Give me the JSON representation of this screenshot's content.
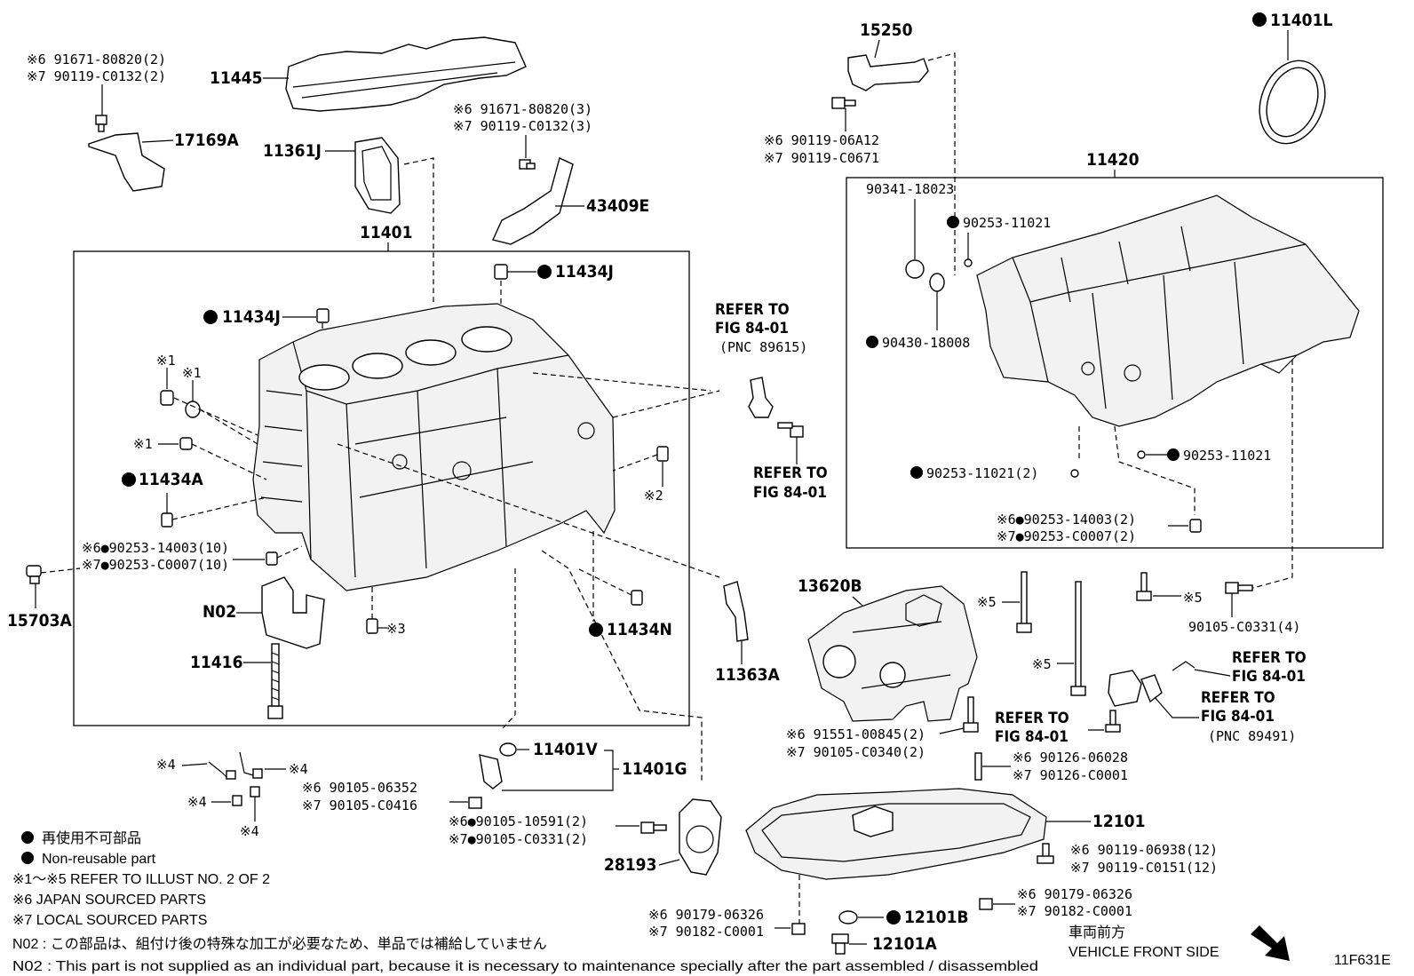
{
  "figure_code": "11F631E",
  "labels": {
    "p11445": "11445",
    "p91671_80820_2": "※6 91671-80820(2)",
    "p90119_C0132_2": "※7 90119-C0132(2)",
    "p17169A": "17169A",
    "p11361J": "11361J",
    "p91671_80820_3": "※6 91671-80820(3)",
    "p90119_C0132_3": "※7 90119-C0132(3)",
    "p43409E": "43409E",
    "p11401": "11401",
    "p11434J_a": "11434J",
    "p11434J_b": "11434J",
    "s1_a": "※1",
    "s1_b": "※1",
    "s1_c": "※1",
    "p11434A": "11434A",
    "s2": "※2",
    "p90253_14003_10": "※6●90253-14003(10)",
    "p90253_C0007_10": "※7●90253-C0007(10)",
    "p15703A": "15703A",
    "pN02": "N02",
    "s3": "※3",
    "p11416": "11416",
    "p11434N": "11434N",
    "refer1_a": "REFER TO",
    "refer1_b": "FIG 84-01",
    "refer1_c": "(PNC 89615)",
    "refer2_a": "REFER TO",
    "refer2_b": "FIG 84-01",
    "p11363A": "11363A",
    "p15250": "15250",
    "p90119_06A12": "※6 90119-06A12",
    "p90119_C0671": "※7 90119-C0671",
    "p11401L": "11401L",
    "p11420": "11420",
    "p90341_18023": "90341-18023",
    "p90253_11021_a": "90253-11021",
    "p90430_18008": "90430-18008",
    "p90253_11021_b": "90253-11021",
    "p90253_11021_2": "90253-11021(2)",
    "p90253_14003_2": "※6●90253-14003(2)",
    "p90253_C0007_2": "※7●90253-C0007(2)",
    "p13620B": "13620B",
    "s5_a": "※5",
    "s5_b": "※5",
    "s5_c": "※5",
    "p90105_C0331_4": "90105-C0331(4)",
    "refer3_a": "REFER TO",
    "refer3_b": "FIG 84-01",
    "refer4_a": "REFER TO",
    "refer4_b": "FIG 84-01",
    "refer4_c": "(PNC 89491)",
    "refer5_a": "REFER TO",
    "refer5_b": "FIG 84-01",
    "p91551_00845_2": "※6 91551-00845(2)",
    "p90105_C0340_2": "※7 90105-C0340(2)",
    "p90126_06028": "※6 90126-06028",
    "p90126_C0001": "※7 90126-C0001",
    "p12101": "12101",
    "p90119_06938_12": "※6 90119-06938(12)",
    "p90119_C0151_12": "※7 90119-C0151(12)",
    "p90179_06326_a": "※6 90179-06326",
    "p90182_C0001_a": "※7 90182-C0001",
    "p12101B": "12101B",
    "p12101A": "12101A",
    "p90179_06326_b": "※6 90179-06326",
    "p90182_C0001_b": "※7 90182-C0001",
    "p28193": "28193",
    "p90105_10591_2": "※6●90105-10591(2)",
    "p90105_C0331_2": "※7●90105-C0331(2)",
    "p11401V": "11401V",
    "p11401G": "11401G",
    "p90105_06352": "※6 90105-06352",
    "p90105_C0416": "※7 90105-C0416",
    "s4_a": "※4",
    "s4_b": "※4",
    "s4_c": "※4",
    "s4_d": "※4",
    "front_jp": "車両前方",
    "front_en": "VEHICLE FRONT SIDE"
  },
  "legend": {
    "nonreuse_jp": "再使用不可部品",
    "nonreuse_en": "Non-reusable part",
    "refer_illust": "※1～※5  REFER TO ILLUST NO. 2 OF 2",
    "japan": "※6 JAPAN SOURCED PARTS",
    "local": "※7 LOCAL SOURCED PARTS",
    "n02_jp": "N02 : この部品は、組付け後の特殊な加工が必要なため、単品では補給していません",
    "n02_en": "N02 : This part is not supplied as an individual part, because it is necessary to maintenance specially after the part assembled / disassembled"
  }
}
